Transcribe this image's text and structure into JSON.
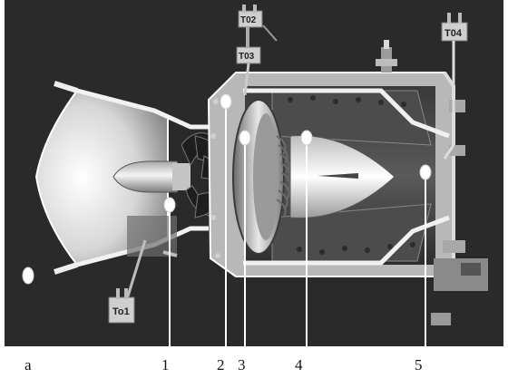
{
  "probes": {
    "t01": "To1",
    "t02": "T02",
    "t03": "T03",
    "t04": "T04"
  },
  "callouts": {
    "a": "a",
    "c1": "1",
    "c2": "2",
    "c3": "3",
    "c4": "4",
    "c5": "5"
  },
  "colors": {
    "background": "#2a2a2a",
    "metal": "#e6e6e6",
    "dark_metal": "#4a4a4a",
    "marker": "#ffffff"
  }
}
